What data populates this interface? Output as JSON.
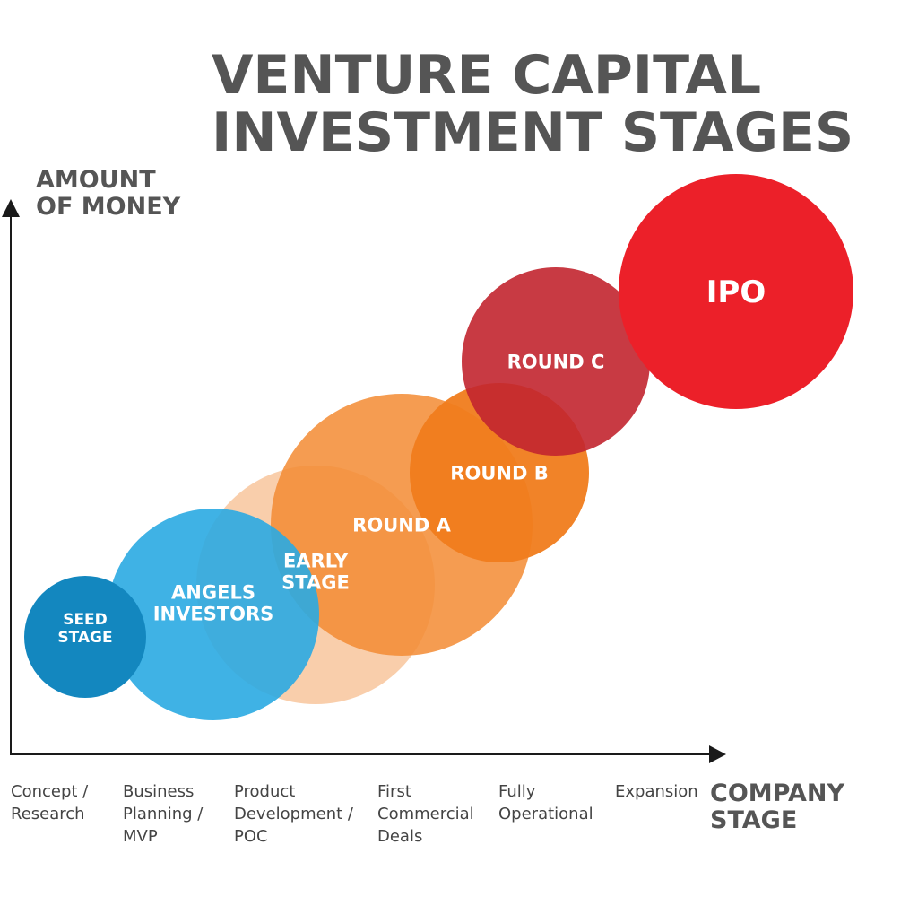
{
  "title": {
    "line1": "VENTURE CAPITAL",
    "line2": "INVESTMENT STAGES"
  },
  "y_axis_label": {
    "line1": "AMOUNT",
    "line2": "OF MONEY"
  },
  "x_axis_label": {
    "line1": "COMPANY",
    "line2": "STAGE"
  },
  "company_stages": [
    {
      "lines": [
        "Concept /",
        "Research"
      ]
    },
    {
      "lines": [
        "Business",
        "Planning /",
        "MVP"
      ]
    },
    {
      "lines": [
        "Product",
        "Development /",
        "POC"
      ]
    },
    {
      "lines": [
        "First",
        "Commercial",
        "Deals"
      ]
    },
    {
      "lines": [
        "Fully",
        "Operational"
      ]
    },
    {
      "lines": [
        "Expansion"
      ]
    }
  ],
  "bubbles": [
    {
      "id": "early-stage",
      "lines": [
        "EARLY",
        "STAGE"
      ],
      "color": "#F7BE8F",
      "opacity": 0.75
    },
    {
      "id": "round-a",
      "lines": [
        "ROUND A"
      ],
      "color": "#F38B32",
      "opacity": 0.85
    },
    {
      "id": "angels-investors",
      "lines": [
        "ANGELS",
        "INVESTORS"
      ],
      "color": "#2AAAE2",
      "opacity": 0.9
    },
    {
      "id": "seed-stage",
      "lines": [
        "SEED",
        "STAGE"
      ],
      "color": "#1387BF",
      "opacity": 1.0
    },
    {
      "id": "round-b",
      "lines": [
        "ROUND B"
      ],
      "color": "#F07C1C",
      "opacity": 0.95
    },
    {
      "id": "round-c",
      "lines": [
        "ROUND C"
      ],
      "color": "#C2252F",
      "opacity": 0.9
    },
    {
      "id": "ipo",
      "lines": [
        "IPO"
      ],
      "color": "#EC2029",
      "opacity": 1.0
    }
  ],
  "colors": {
    "axis": "#1a1a1a",
    "heading": "#555555",
    "stage_text": "#444444"
  }
}
